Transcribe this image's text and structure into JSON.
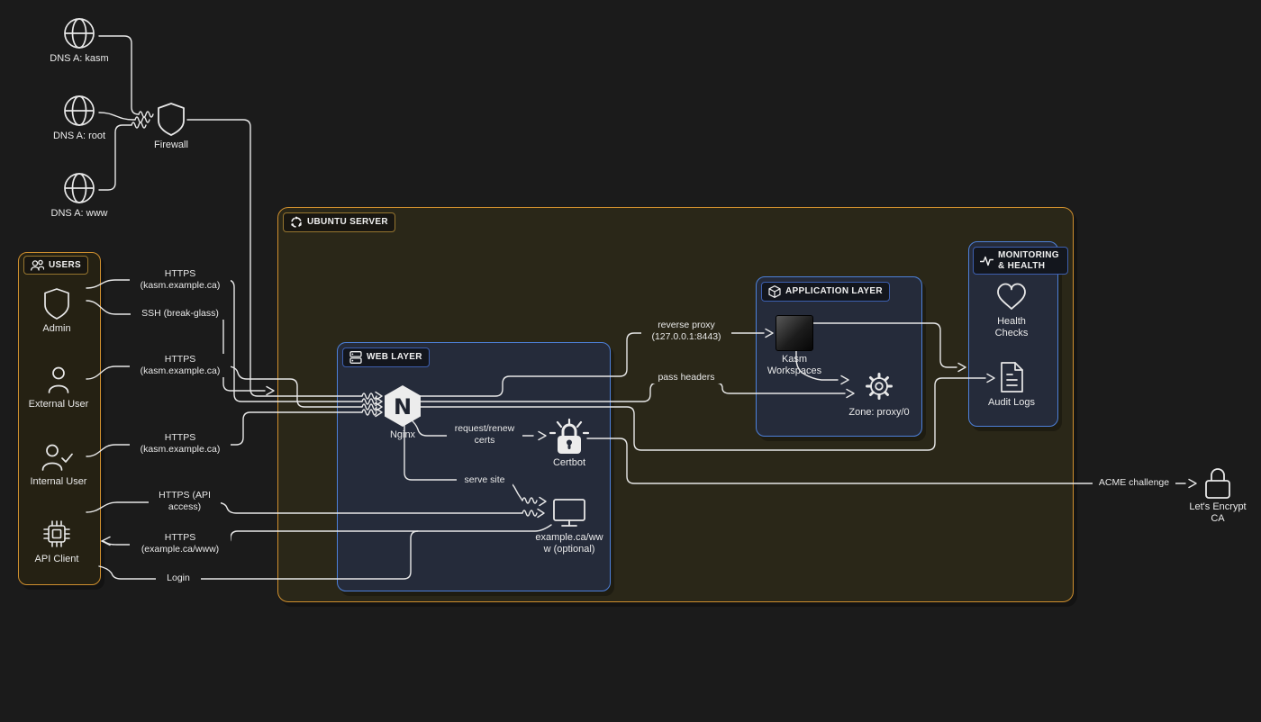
{
  "colors": {
    "background": "#1b1b1b",
    "line": "#e8e8e8",
    "orange_border": "#cf8f2e",
    "blue_border": "#4d80d9",
    "navy_fill": "#252b3a",
    "olive_fill": "#2a2718"
  },
  "groups": {
    "users": {
      "label": "USERS"
    },
    "ubuntu": {
      "label": "UBUNTU SERVER"
    },
    "web": {
      "label": "WEB LAYER"
    },
    "app": {
      "label": "APPLICATION LAYER"
    },
    "monitoring": {
      "label": "MONITORING & HEALTH"
    }
  },
  "nodes": {
    "dns_kasm": {
      "label": "DNS A: kasm"
    },
    "dns_root": {
      "label": "DNS A: root"
    },
    "dns_www": {
      "label": "DNS A: www"
    },
    "firewall": {
      "label": "Firewall"
    },
    "admin": {
      "label": "Admin"
    },
    "external_user": {
      "label": "External User"
    },
    "internal_user": {
      "label": "Internal User"
    },
    "api_client": {
      "label": "API Client"
    },
    "nginx": {
      "label": "Nginx",
      "letter": "N"
    },
    "certbot": {
      "label": "Certbot"
    },
    "www_site": {
      "label": "example.ca/www (optional)"
    },
    "kasm": {
      "label": "Kasm Workspaces"
    },
    "zone": {
      "label": "Zone: proxy/0"
    },
    "health": {
      "label": "Health Checks"
    },
    "audit": {
      "label": "Audit Logs"
    },
    "letsencrypt": {
      "label": "Let's Encrypt CA"
    }
  },
  "edges": {
    "https_admin": {
      "label": "HTTPS (kasm.example.ca)"
    },
    "ssh": {
      "label": "SSH (break-glass)"
    },
    "https_external": {
      "label": "HTTPS (kasm.example.ca)"
    },
    "https_internal": {
      "label": "HTTPS (kasm.example.ca)"
    },
    "https_api": {
      "label": "HTTPS (API access)"
    },
    "https_www": {
      "label": "HTTPS (example.ca/www)"
    },
    "login": {
      "label": "Login"
    },
    "reverse_proxy": {
      "label": "reverse proxy (127.0.0.1:8443)"
    },
    "pass_headers": {
      "label": "pass headers"
    },
    "request_certs": {
      "label": "request/renew certs"
    },
    "serve_site": {
      "label": "serve site"
    },
    "acme": {
      "label": "ACME challenge"
    }
  }
}
